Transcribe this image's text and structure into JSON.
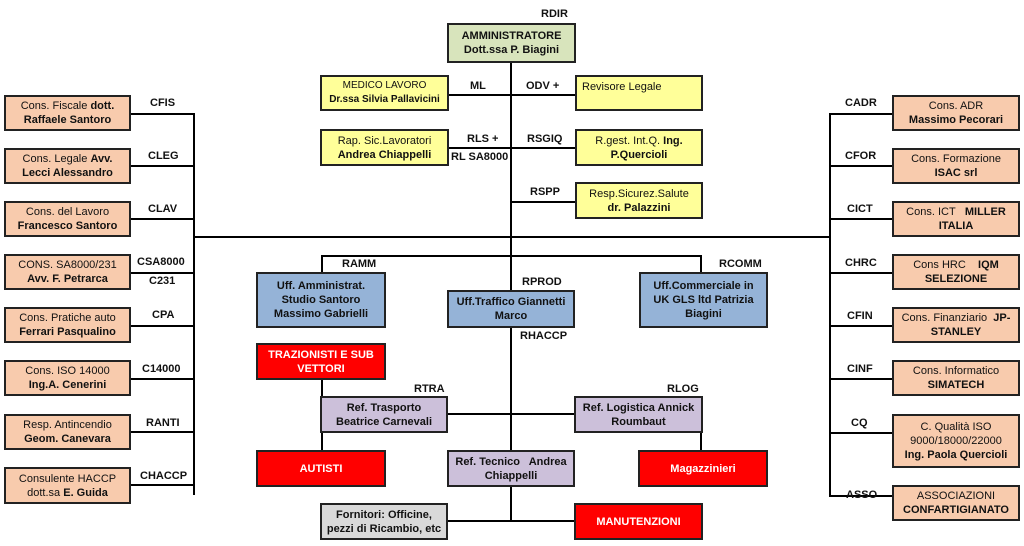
{
  "top": {
    "code": "RDIR",
    "title": "AMMINISTRATORE",
    "name": "Dott.ssa P. Biagini"
  },
  "staff_left": [
    {
      "code": "ML",
      "line1": "MEDICO LAVORO",
      "line2": "Dr.ssa Silvia Pallavicini"
    },
    {
      "code": "RLS +",
      "code2": "RL SA8000",
      "line1": "Rap. Sic.Lavoratori",
      "line2": "Andrea Chiappelli"
    }
  ],
  "staff_right": [
    {
      "code": "ODV +",
      "line1": "Revisore Legale",
      "line2": ""
    },
    {
      "code": "RSGIQ",
      "line1": "R.gest. Int.Q.",
      "line1b": "Ing.",
      "line2": "P.Quercioli"
    },
    {
      "code": "RSPP",
      "line1": "Resp.Sicurez.Salute",
      "line2": "dr. Palazzini"
    }
  ],
  "consultants_left": [
    {
      "code": "CFIS",
      "line1": "Cons. Fiscale",
      "line1b": "dott.",
      "line2": "Raffaele Santoro"
    },
    {
      "code": "CLEG",
      "line1": "Cons. Legale",
      "line1b": "Avv.",
      "line2": "Lecci Alessandro"
    },
    {
      "code": "CLAV",
      "line1": "Cons. del Lavoro",
      "line1b": "",
      "line2": "Francesco Santoro"
    },
    {
      "code": "CSA8000",
      "code2": "C231",
      "line1": "CONS. SA8000/231",
      "line1b": "",
      "line2": "Avv. F. Petrarca"
    },
    {
      "code": "CPA",
      "line1": "Cons. Pratiche auto",
      "line1b": "",
      "line2": "Ferrari Pasqualino"
    },
    {
      "code": "C14000",
      "line1": "Cons. ISO 14000",
      "line1b": "",
      "line2": "Ing.A. Cenerini"
    },
    {
      "code": "RANTI",
      "line1": "Resp. Antincendio",
      "line1b": "",
      "line2": "Geom. Canevara"
    },
    {
      "code": "CHACCP",
      "line1": "Consulente HACCP",
      "line1b": "",
      "line2a": "dott.sa",
      "line2": "E. Guida"
    }
  ],
  "consultants_right": [
    {
      "code": "CADR",
      "line1": "Cons. ADR",
      "line1b": "",
      "line2": "Massimo Pecorari"
    },
    {
      "code": "CFOR",
      "line1": "Cons. Formazione",
      "line1b": "",
      "line2": "ISAC srl"
    },
    {
      "code": "CICT",
      "line1": "Cons. ICT",
      "line1b": "MILLER",
      "line2": "ITALIA"
    },
    {
      "code": "CHRC",
      "line1": "Cons HRC",
      "line1b": "IQM",
      "line2": "SELEZIONE"
    },
    {
      "code": "CFIN",
      "line1": "Cons. Finanziario",
      "line1b": "JP-",
      "line2": "STANLEY"
    },
    {
      "code": "CINF",
      "line1": "Cons. Informatico",
      "line1b": "",
      "line2": "SIMATECH"
    },
    {
      "code": "CQ",
      "line1": "C. Qualità ISO",
      "line1c": "9000/18000/22000",
      "line2": "Ing. Paola Quercioli"
    },
    {
      "code": "ASSO",
      "line1": "ASSOCIAZIONI",
      "line1b": "",
      "line2": "CONFARTIGIANATO"
    }
  ],
  "departments": {
    "amm": {
      "code": "RAMM",
      "line1": "Uff. Amministrat.",
      "line2": "Studio Santoro",
      "line3": "Massimo Gabrielli"
    },
    "prod": {
      "code": "RPROD",
      "code2": "RHACCP",
      "line1": "Uff.Traffico Giannetti",
      "line2": "Marco"
    },
    "comm": {
      "code": "RCOMM",
      "line1": "Uff.Commerciale in",
      "line2": "UK GLS ltd Patrizia",
      "line3": "Biagini"
    }
  },
  "operations": {
    "trazionisti": {
      "line1": "TRAZIONISTI E SUB",
      "line2": "VETTORI"
    },
    "trasporto": {
      "code": "RTRA",
      "line1": "Ref. Trasporto",
      "line2": "Beatrice Carnevali"
    },
    "logistica": {
      "code": "RLOG",
      "line1": "Ref. Logistica  Annick",
      "line2": "Roumbaut"
    },
    "autisti": {
      "label": "AUTISTI"
    },
    "tecnico": {
      "line1": "Ref. Tecnico   Andrea",
      "line2": "Chiappelli"
    },
    "magazzinieri": {
      "label": "Magazzinieri"
    },
    "fornitori": {
      "line1": "Fornitori: Officine,",
      "line2": "pezzi di Ricambio, etc"
    },
    "manutenzioni": {
      "label": "MANUTENZIONI"
    }
  },
  "colors": {
    "consultant": "#f8cbad",
    "staff": "#ffff99",
    "top": "#d8e4bc",
    "department": "#95b3d7",
    "reference": "#ccc0da",
    "operative": "#ff0000",
    "supplier": "#d9d9d9"
  }
}
